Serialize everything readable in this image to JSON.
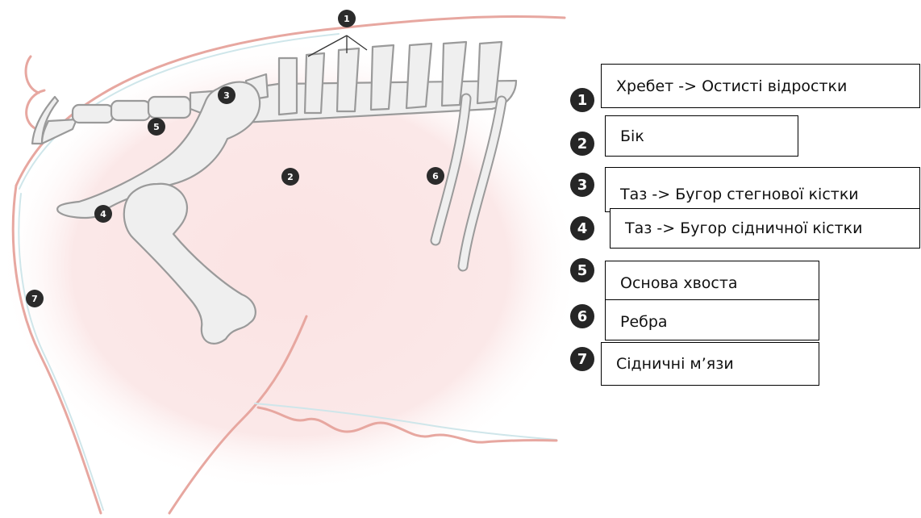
{
  "markers": {
    "m1": "1",
    "m2": "2",
    "m3": "3",
    "m4": "4",
    "m5": "5",
    "m6": "6",
    "m7": "7"
  },
  "legend": [
    {
      "num": "1",
      "text": "Хребет -> Остисті відростки"
    },
    {
      "num": "2",
      "text": "Бік"
    },
    {
      "num": "3",
      "text": "Таз -> Бугор стегнової кістки"
    },
    {
      "num": "4",
      "text": "Таз -> Бугор сідничної кістки"
    },
    {
      "num": "5",
      "text": "Основа хвоста"
    },
    {
      "num": "6",
      "text": "Ребра"
    },
    {
      "num": "7",
      "text": "Сідничні м’язи"
    }
  ],
  "colors": {
    "body_tint": "#fbe3e3",
    "outline": "#e7a7a0",
    "bone_fill": "#efefef",
    "bone_stroke": "#9a9a9a",
    "marker": "#2b2b2b"
  }
}
